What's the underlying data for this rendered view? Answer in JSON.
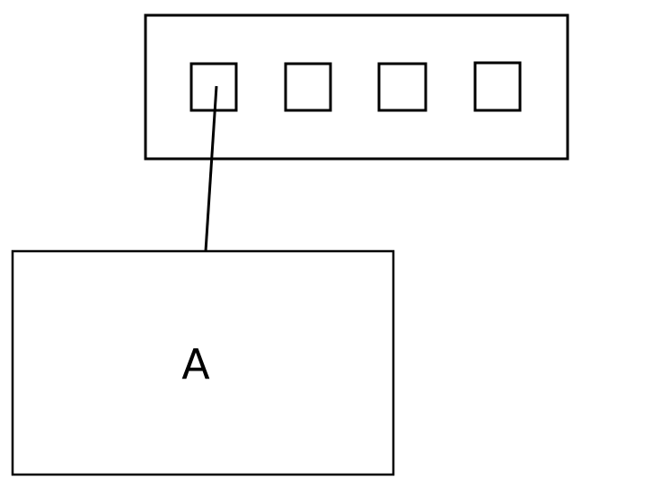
{
  "diagram": {
    "panel": {
      "slot_count": 4,
      "connected_slot": 1
    },
    "box": {
      "label": "A"
    },
    "colors": {
      "stroke": "#000000",
      "background": "#ffffff"
    }
  }
}
